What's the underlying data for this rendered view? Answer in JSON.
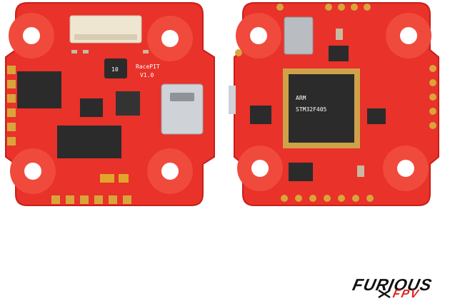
{
  "scene": {
    "background": "#ffffff",
    "board_color": "#e8322a",
    "board_edge_color": "#c81f1a",
    "pad_color": "#f04a3c",
    "gold_color": "#d9a53a",
    "chip_color": "#2b2b2b"
  },
  "left_board": {
    "silkscreen_name": "RacePIT",
    "silkscreen_version": "V1.0",
    "inductor_marking": "10"
  },
  "right_board": {
    "mcu_brand": "ARM",
    "mcu_text": "STM32F405"
  },
  "logo": {
    "line1": "FURIOUS",
    "line2": "FPV",
    "color_dark": "#111111",
    "color_red": "#e02020"
  }
}
